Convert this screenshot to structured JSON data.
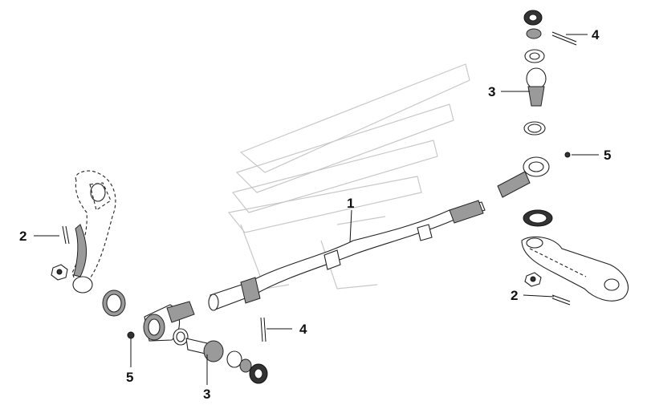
{
  "callouts": [
    {
      "id": "c1a",
      "text": "1"
    },
    {
      "id": "c2a",
      "text": "2"
    },
    {
      "id": "c2b",
      "text": "2"
    },
    {
      "id": "c3a",
      "text": "3"
    },
    {
      "id": "c3b",
      "text": "3"
    },
    {
      "id": "c4a",
      "text": "4"
    },
    {
      "id": "c4b",
      "text": "4"
    },
    {
      "id": "c5a",
      "text": "5"
    },
    {
      "id": "c5b",
      "text": "5"
    }
  ],
  "colors": {
    "line": "#222222",
    "shade": "#9a9a9a",
    "watermark": "#c8c8c8"
  }
}
